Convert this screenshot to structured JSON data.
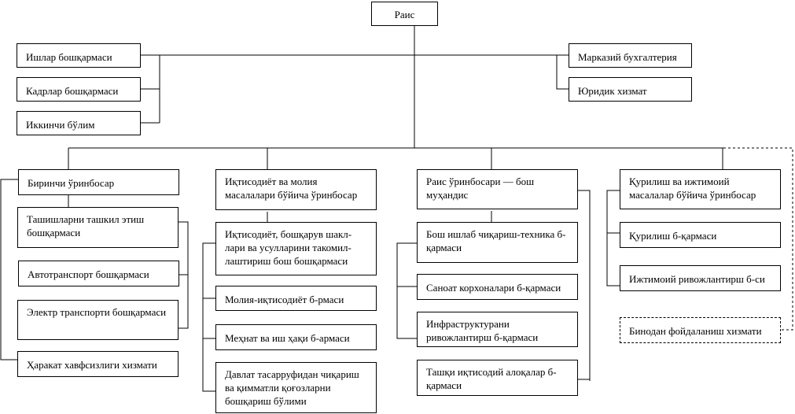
{
  "chair": "Раис",
  "left_units": [
    "Ишлар бошқармаси",
    "Кадрлар бошқармаси",
    "Иккинчи бўлим"
  ],
  "right_units": [
    "Марказий бухгалтерия",
    "Юридик хизмат"
  ],
  "columns": [
    {
      "head": "Биринчи ўринбосар",
      "children": [
        "Ташишларни ташкил этиш\nбошқармаси",
        "Автотранспорт бошқармаси",
        "Электр транспорти бошқармаси",
        "Ҳаракат хавфсизлиги хизмати"
      ]
    },
    {
      "head": "Иқтисодиёт ва молия\nмасалалари бўйича ўринбосар",
      "children": [
        "Иқтисодиёт, бошқарув шакл-\nлари ва усулларини такомил-\nлаштириш бош бошқармаси",
        "Молия-иқтисодиёт б-рмаси",
        "Меҳнат ва иш ҳақи б-армаси",
        "Давлат тасарруфидан чиқариш\nва қимматли қоғозларни\nбошқариш бўлими"
      ]
    },
    {
      "head": "Раис ўринбосари — бош\nмуҳандис",
      "children": [
        "Бош ишлаб чиқариш-техника б-\nқармаси",
        "Саноат корхоналари б-қармаси",
        "Инфраструктурани\nривожлантирш б-қармаси",
        "Ташқи иқтисодий алоқалар б-\nқармаси"
      ]
    },
    {
      "head": "Қурилиш ва ижтимоий\nмасалалар бўйича ўринбосар",
      "children": [
        "Қурилиш б-қармаси",
        "Ижтимоий ривожлантирш б-си"
      ],
      "dashed_unit": "Бинодан фойдаланиш хизмати"
    }
  ]
}
